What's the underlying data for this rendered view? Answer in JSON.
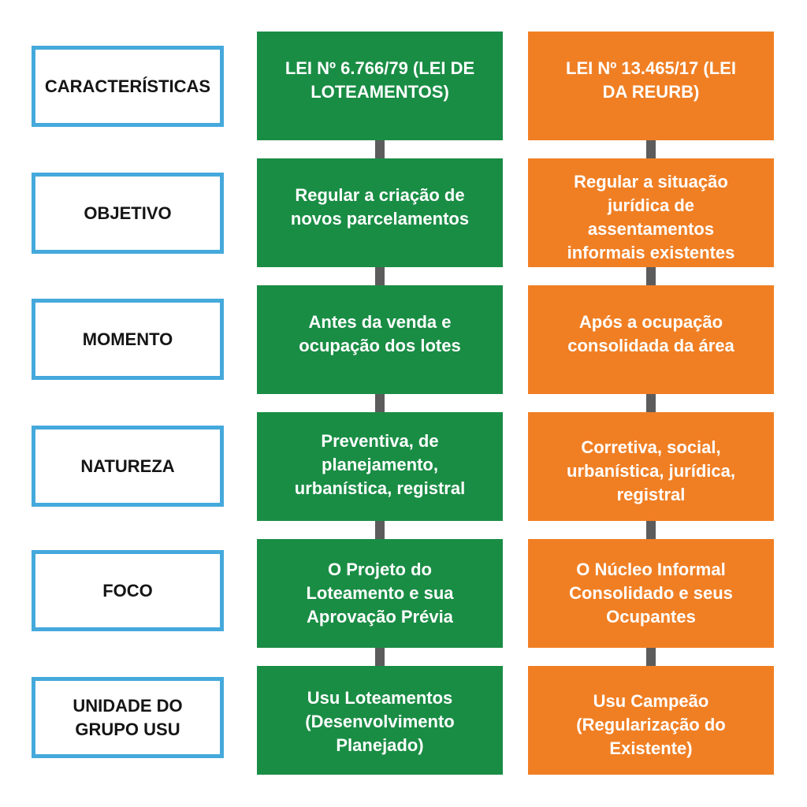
{
  "colors": {
    "label_border": "#45a9dc",
    "green": "#1a8d45",
    "orange": "#f07f24",
    "connector": "#5c5c5c"
  },
  "rows": [
    {
      "label": "CARACTERÍSTICAS",
      "green": "LEI Nº 6.766/79 (LEI DE\nLOTEAMENTOS)",
      "orange": "LEI Nº 13.465/17 (LEI\nDA REURB)"
    },
    {
      "label": "OBJETIVO",
      "green": "Regular a criação de\nnovos parcelamentos",
      "orange": "Regular a situação\njurídica de\nassentamentos\ninformais existentes"
    },
    {
      "label": "MOMENTO",
      "green": "Antes da venda e\nocupação dos lotes",
      "orange": "Após a ocupação\nconsolidada da área"
    },
    {
      "label": "NATUREZA",
      "green": "Preventiva, de\nplanejamento,\nurbanística, registral",
      "orange": "Corretiva, social,\nurbanística, jurídica,\nregistral"
    },
    {
      "label": "FOCO",
      "green": "O Projeto do\nLoteamento e sua\nAprovação Prévia",
      "orange": "O Núcleo Informal\nConsolidado e seus\nOcupantes"
    },
    {
      "label": "UNIDADE DO\nGRUPO USU",
      "green": "Usu Loteamentos\n(Desenvolvimento\nPlanejado)",
      "orange": "Usu Campeão\n(Regularização do\nExistente)"
    }
  ]
}
